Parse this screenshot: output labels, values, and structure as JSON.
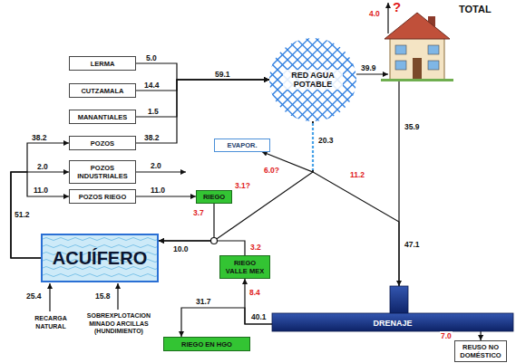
{
  "diagram": {
    "title": "TOTAL",
    "nodes": [
      {
        "text": [
          "LERMA"
        ]
      },
      {
        "text": [
          "CUTZAMALA"
        ]
      },
      {
        "text": [
          "RED AGUA POTABLE"
        ]
      },
      {
        "text": [
          "MANANTIALES"
        ]
      },
      {
        "text": [
          "POZOS"
        ]
      },
      {
        "text": [
          "EVAPOR."
        ]
      },
      {
        "text": [
          "POZOS INDUSTRIALES"
        ]
      },
      {
        "text": [
          "RIEGO"
        ]
      },
      {
        "text": [
          "POZOS RIEGO"
        ]
      },
      {
        "text": [
          "ACUÍFERO"
        ]
      },
      {
        "text": [
          "RIEGO VALLE MEX"
        ]
      },
      {
        "text": [
          "DRENAJE"
        ]
      },
      {
        "text": [
          "RIEGO EN HGO"
        ]
      },
      {
        "text": [
          "REUSO NO DOMÉSTICO"
        ]
      }
    ],
    "edges": [
      {
        "from": 0,
        "to": 2,
        "arrow": "to",
        "label": "5.0"
      },
      {
        "from": 1,
        "to": 2,
        "arrow": "to",
        "label": "14.4"
      },
      {
        "from": 3,
        "to": 2,
        "arrow": "to",
        "label": "1.5"
      },
      {
        "from": 4,
        "to": 2,
        "arrow": "to",
        "label": "38.2"
      },
      {
        "from": 9,
        "to": 4,
        "arrow": "to",
        "label": "38.2"
      },
      {
        "from": 9,
        "to": 6,
        "arrow": "to",
        "label": "2.0"
      },
      {
        "from": 9,
        "to": 8,
        "arrow": "to",
        "label": "11.0"
      },
      {
        "from": 8,
        "to": 7,
        "arrow": "to",
        "label": "11.0"
      },
      {
        "from": 2,
        "to": 5,
        "arrow": "to",
        "label": "6.0?"
      },
      {
        "from": 2,
        "to": 9,
        "arrow": "to",
        "label": "3.1?"
      },
      {
        "from": 2,
        "to": 11,
        "arrow": "to",
        "label": "11.2"
      },
      {
        "from": 7,
        "to": 9,
        "arrow": "to",
        "label": "3.7"
      },
      {
        "from": 10,
        "to": 9,
        "arrow": "to",
        "label": "3.2"
      },
      {
        "from": 11,
        "to": 10,
        "arrow": "to",
        "label": "8.4"
      },
      {
        "from": 11,
        "to": 12,
        "arrow": "to",
        "label": "31.7"
      },
      {
        "from": 11,
        "to": 13,
        "arrow": "to",
        "label": "7.0"
      }
    ],
    "labels": [
      "4.0",
      "?",
      "39.9",
      "59.1",
      "20.3",
      "35.9",
      "47.1",
      "51.2",
      "2.0",
      "10.0",
      "40.1",
      "25.4",
      "RECARGA NATURAL",
      "15.8",
      "SOBREXPLOTACION MINADO ARCILLAS (HUNDIMIENTO)"
    ]
  }
}
